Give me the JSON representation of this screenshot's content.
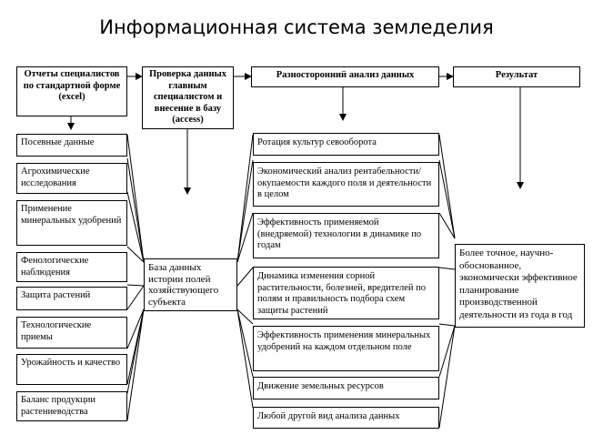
{
  "title": "Информационная система земледелия",
  "headers": {
    "reports": "Отчеты специалистов по стандартной форме (excel)",
    "check": "Проверка данных главным специалистом и внесение в базу (access)",
    "analysis": "Разносторонний анализ данных",
    "result": "Результат"
  },
  "inputs": [
    "Посевные данные",
    "Агрохимические исследования",
    "Применение минеральных удобрений",
    "Фенологические наблюдения",
    "Защита растений",
    "Технологические приемы",
    "Урожайность и качество",
    "Баланс продукции растениеводства"
  ],
  "database": "База данных истории полей хозяйствующего субъекта",
  "analyses": [
    "Ротация культур севооборота",
    "Экономический анализ рентабельности/окупаемости каждого поля и деятельности в целом",
    "Эффективность применяемой (внедряемой) технологии в динамике по годам",
    "Динамика изменения сорной растительности, болезней, вредителей по полям и правильность подбора схем защиты растений",
    "Эффективность применения минеральных удобрений на каждом отдельном поле",
    "Движение земельных ресурсов",
    "Любой другой вид анализа данных"
  ],
  "result": "Более точное, научно-обоснованное, экономически эффективное планирование производственной деятельности из года в год"
}
